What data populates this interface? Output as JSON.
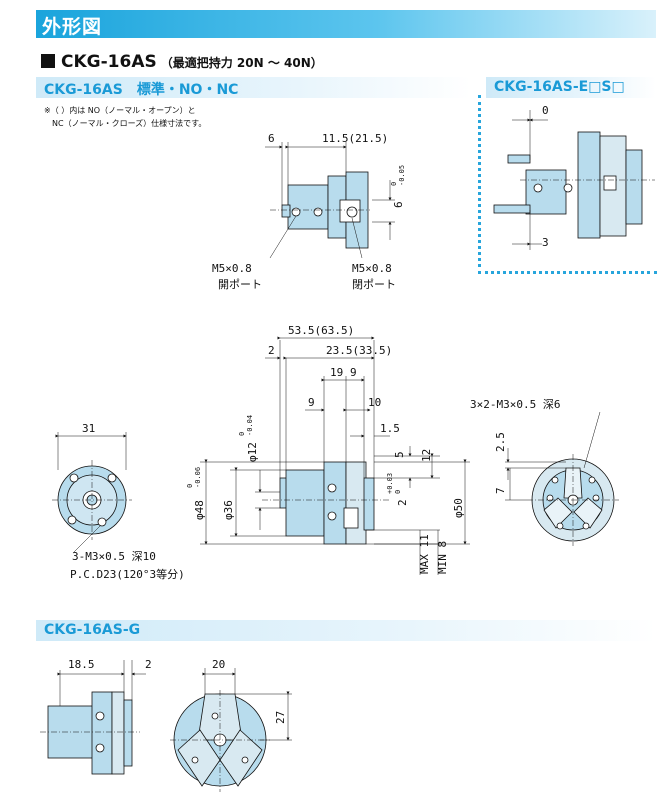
{
  "header": {
    "title": "外形図"
  },
  "model": {
    "name": "CKG-16AS",
    "subtitle": "（最適把持力 20N ～ 40N）"
  },
  "sections": {
    "standard": "CKG-16AS　標準・NO・NC",
    "es": "CKG-16AS-E□S□",
    "g": "CKG-16AS-G"
  },
  "note": {
    "line1": "※（ ）内は NO（ノーマル・オープン）と",
    "line2": "NC（ノーマル・クローズ）仕様寸法です。"
  },
  "top_view": {
    "dim_6": "6",
    "dim_11_5": "11.5(21.5)",
    "dim_6_tol": "6",
    "tol_upper": "0",
    "tol_lower": "-0.05",
    "port_left_size": "M5×0.8",
    "port_left_label": "開ポート",
    "port_right_size": "M5×0.8",
    "port_right_label": "閉ポート"
  },
  "es_view": {
    "dim_0": "0",
    "dim_3": "3"
  },
  "front_view": {
    "dim_31": "31",
    "tap": "3-M3×0.5 深10",
    "pcd": "P.C.D23(120°3等分)"
  },
  "side_view": {
    "dim_53_5": "53.5(63.5)",
    "dim_2": "2",
    "dim_23_5": "23.5(33.5)",
    "dim_19": "19",
    "dim_9a": "9",
    "dim_9b": "9",
    "dim_10": "10",
    "dim_1_5": "1.5",
    "dim_5": "5",
    "dim_12": "12",
    "dim_2_tol": "2",
    "tol_2_upper": "+0.03",
    "tol_2_lower": "0",
    "dia_48": "φ48",
    "dia_48_upper": "0",
    "dia_48_lower": "-0.06",
    "dia_36": "φ36",
    "dia_12": "φ12",
    "dia_12_upper": "0",
    "dia_12_lower": "-0.04",
    "dia_50": "φ50",
    "max_label": "MAX 11",
    "min_label": "MIN 8"
  },
  "jaw_view": {
    "tap": "3×2-M3×0.5 深6",
    "dim_2_5": "2.5",
    "dim_7": "7"
  },
  "g_view": {
    "dim_18_5": "18.5",
    "dim_2": "2",
    "dim_20": "20",
    "dim_27": "27"
  },
  "colors": {
    "body": "#b8dced",
    "accent": "#1aa4dc",
    "band_text": "#1a9ad6"
  }
}
